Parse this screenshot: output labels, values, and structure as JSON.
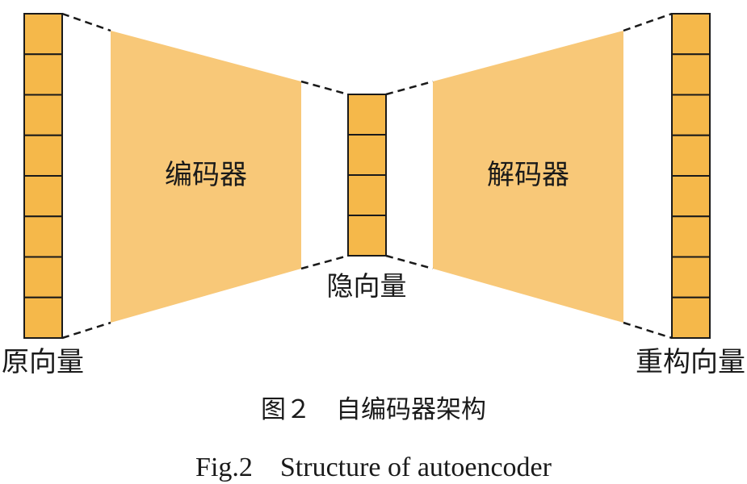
{
  "diagram": {
    "encoder_label": "编码器",
    "decoder_label": "解码器",
    "input_label": "原向量",
    "latent_label": "隐向量",
    "output_label": "重构向量",
    "input_cells": 8,
    "latent_cells": 4,
    "output_cells": 8
  },
  "caption": {
    "zh": "图２　自编码器架构",
    "en": "Fig.2　Structure of autoencoder"
  },
  "colors": {
    "cell_fill": "#f5b84a",
    "cell_stroke": "#1a1a1a",
    "trapezoid_fill": "#f8c878",
    "dash": "#1a1a1a"
  }
}
